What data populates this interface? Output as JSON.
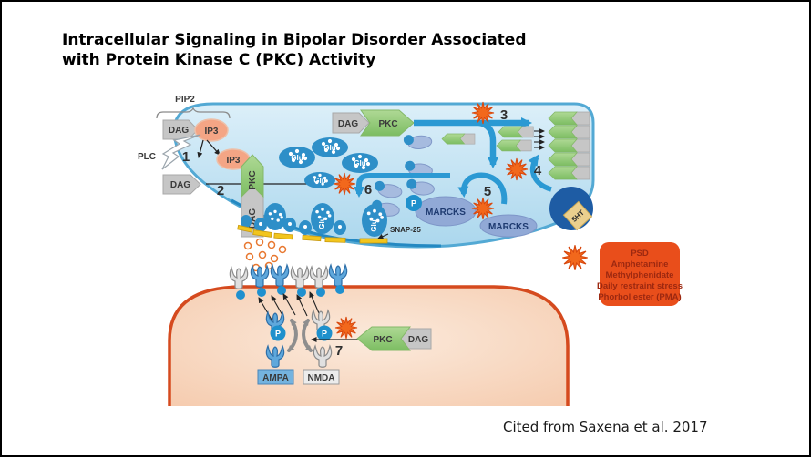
{
  "window": {
    "title_line1": "Intracellular Signaling in Bipolar Disorder Associated",
    "title_line2": "with Protein Kinase C (PKC) Activity",
    "citation": "Cited from Saxena et al. 2017"
  },
  "molecules": {
    "pip2": "PIP2",
    "plc": "PLC",
    "dag": "DAG",
    "ip3": "IP3",
    "pkc": "PKC",
    "glu": "Glu",
    "marcks": "MARCKS",
    "snap25": "SNAP-25",
    "phospho": "P",
    "serotonin": "5HT",
    "ampa": "AMPA",
    "nmda": "NMDA"
  },
  "steps": {
    "n1": "1",
    "n2": "2",
    "n3": "3",
    "n4": "4",
    "n5": "5",
    "n6": "6",
    "n7": "7"
  },
  "legend": {
    "lines": [
      "PSD",
      "Amphetamine",
      "Methylphenidate",
      "Daily restraint stress",
      "Phorbol ester (PMA)"
    ]
  },
  "colors": {
    "activation_burst": "#F2681C",
    "pkc_green": "#8CC673",
    "dag_gray": "#C6C6C6",
    "ip3_salmon": "#F4A585",
    "vesicle_blue": "#2E8FC8",
    "arrow_blue": "#2B99D3",
    "marcks_blue": "#91A9D6",
    "snap25_yellow": "#F2C51D",
    "legend_red": "#E94E1B",
    "presynaptic_fill": "#C3E2F2",
    "postsynaptic_fill": "#F8D7BF",
    "membrane_blue": "#53A9D4",
    "membrane_orange": "#D54A1E",
    "serotonin_navy": "#1E5CA4"
  }
}
